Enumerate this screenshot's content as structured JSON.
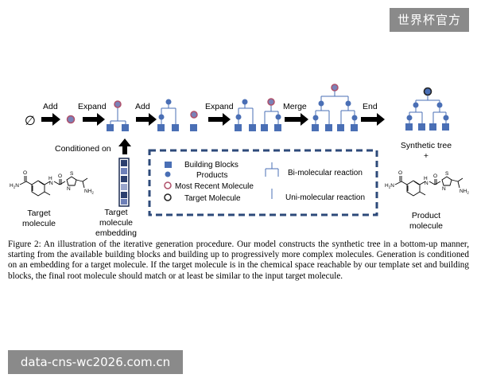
{
  "watermarks": {
    "top_right": "世界杯官方",
    "bottom_left": "data-cns-wc2026.com.cn"
  },
  "figure": {
    "empty_set": "∅",
    "steps": {
      "add_1": "Add",
      "expand_1": "Expand",
      "add_2": "Add",
      "expand_2": "Expand",
      "merge": "Merge",
      "end": "End"
    },
    "conditioned_on": "Conditioned on",
    "target_molecule_label": [
      "Target",
      "molecule"
    ],
    "embedding_label": [
      "Target",
      "molecule",
      "embedding"
    ],
    "synthetic_tree_label": "Synthetic tree",
    "plus": "+",
    "product_label": [
      "Product",
      "molecule"
    ],
    "molecule_nh2": "NH",
    "molecule_h2n": "H",
    "molecule_n": "N",
    "molecule_s": "S",
    "molecule_o": "O",
    "molecule_h": "H",
    "legend": {
      "building_blocks": "Building Blocks",
      "products": "Products",
      "most_recent": "Most Recent Molecule",
      "target": "Target Molecule",
      "bi_reaction": "Bi-molecular reaction",
      "uni_reaction": "Uni-molecular reaction"
    },
    "colors": {
      "block": "#4a6fb5",
      "product": "#4a6fb5",
      "recent_ring": "#b0506a",
      "recent_fill": "#7a82b8",
      "target_ring": "#222222",
      "dashed_border": "#2d4a7a",
      "arrow": "#000000"
    }
  },
  "caption": {
    "label": "Figure 2:",
    "text": " An illustration of the iterative generation procedure. Our model constructs the synthetic tree in a bottom-up manner, starting from the available building blocks and building up to progressively more complex molecules. Generation is conditioned on an embedding for a target molecule.  If the target molecule is in the chemical space reachable by our template set and building blocks, the final root molecule should match or at least be similar to the input target molecule."
  }
}
